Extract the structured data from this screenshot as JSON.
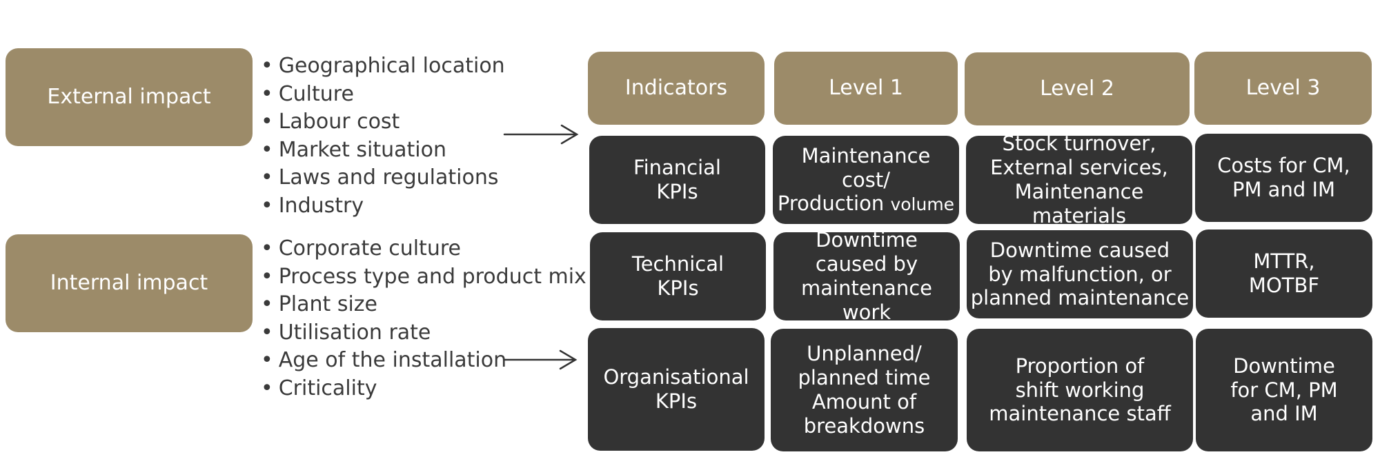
{
  "colors": {
    "accent": "#9c8b69",
    "dark": "#333333",
    "text": "#3a3a3a",
    "arrow": "#333333"
  },
  "external": {
    "label": "External impact",
    "factors": [
      "Geographical location",
      "Culture",
      "Labour cost",
      "Market situation",
      "Laws and regulations",
      "Industry"
    ]
  },
  "internal": {
    "label": "Internal impact",
    "factors": [
      "Corporate culture",
      "Process type and product mix",
      "Plant size",
      "Utilisation rate",
      "Age of the installation",
      "Criticality"
    ]
  },
  "table": {
    "headers": [
      "Indicators",
      "Level 1",
      "Level 2",
      "Level 3"
    ],
    "rows": [
      {
        "indicator": [
          "Financial",
          "KPIs"
        ],
        "level1": {
          "lines": [
            "Maintenance cost/"
          ],
          "mixed": {
            "main": "Production ",
            "small": "volume"
          }
        },
        "level2": [
          "Stock turnover,",
          "External services,",
          "Maintenance materials"
        ],
        "level3": [
          "Costs for CM,",
          "PM and IM"
        ]
      },
      {
        "indicator": [
          "Technical",
          "KPIs"
        ],
        "level1": {
          "lines": [
            "Downtime",
            "caused by",
            "maintenance work"
          ]
        },
        "level2": [
          "Downtime caused",
          "by malfunction, or",
          "planned maintenance"
        ],
        "level3": [
          "MTTR,",
          "MOTBF"
        ]
      },
      {
        "indicator": [
          "Organisational",
          "KPIs"
        ],
        "level1": {
          "lines": [
            "Unplanned/",
            "planned time",
            "Amount of",
            "breakdowns"
          ]
        },
        "level2": [
          "Proportion of",
          "shift working",
          "maintenance staff"
        ],
        "level3": [
          "Downtime",
          "for CM, PM",
          "and IM"
        ]
      }
    ]
  }
}
